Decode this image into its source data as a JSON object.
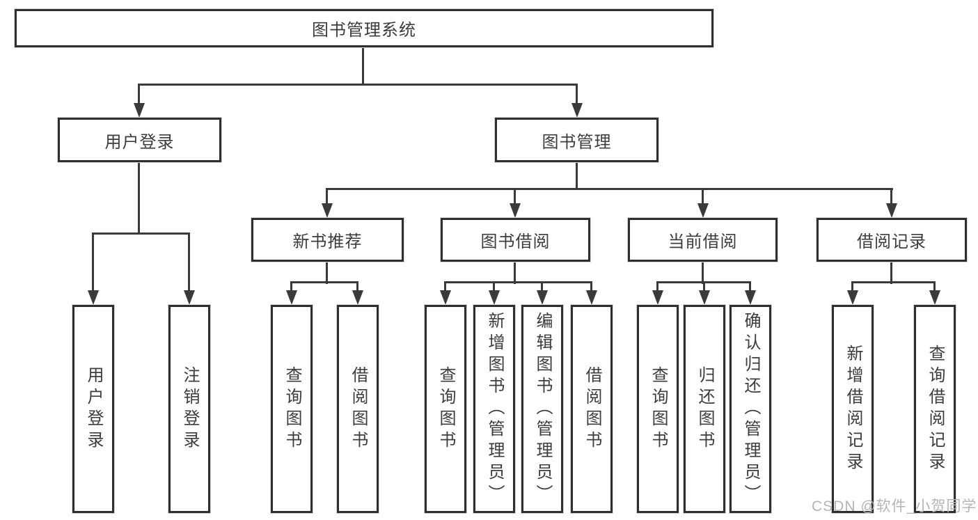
{
  "diagram": {
    "root": {
      "label": "图书管理系统"
    },
    "branches": [
      {
        "label": "用户登录",
        "children": [
          {
            "label": "用户登录"
          },
          {
            "label": "注销登录"
          }
        ]
      },
      {
        "label": "图书管理",
        "children": [
          {
            "label": "新书推荐",
            "children": [
              {
                "label": "查询图书"
              },
              {
                "label": "借阅图书"
              }
            ]
          },
          {
            "label": "图书借阅",
            "children": [
              {
                "label": "查询图书"
              },
              {
                "label": "新增图书（管理员）"
              },
              {
                "label": "编辑图书（管理员）"
              },
              {
                "label": "借阅图书"
              }
            ]
          },
          {
            "label": "当前借阅",
            "children": [
              {
                "label": "查询图书"
              },
              {
                "label": "归还图书"
              },
              {
                "label": "确认归还（管理员）"
              }
            ]
          },
          {
            "label": "借阅记录",
            "children": [
              {
                "label": "新增借阅记录"
              },
              {
                "label": "查询借阅记录"
              }
            ]
          }
        ]
      }
    ]
  },
  "watermark": {
    "text": "CSDN @软件_小贺同学"
  },
  "colors": {
    "line": "#3a3a3a",
    "border": "#2e2e2e",
    "text": "#3c3c3c",
    "box_fill": "#ffffff",
    "watermark": "#b5b5b5",
    "background": "#ffffff"
  }
}
